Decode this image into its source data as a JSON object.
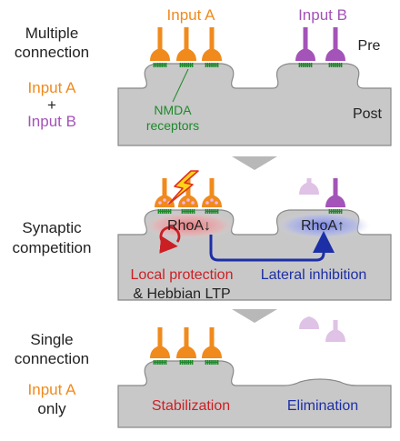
{
  "colors": {
    "input_a": "#f08a1c",
    "input_b": "#a453b8",
    "nmda": "#1d8a2a",
    "post": "#c8c8c8",
    "local": "#cc1f24",
    "lateral": "#1c2fa6"
  },
  "panel1": {
    "left_line1": "Multiple",
    "left_line2": "connection",
    "left_a": "Input A",
    "left_plus": "+",
    "left_b": "Input B",
    "top_a": "Input A",
    "top_b": "Input B",
    "pre": "Pre",
    "post": "Post",
    "nmda_line1": "NMDA",
    "nmda_line2": "receptors"
  },
  "panel2": {
    "left_line1": "Synaptic",
    "left_line2": "competition",
    "rhoa_down": "RhoA↓",
    "rhoa_up": "RhoA↑",
    "local": "Local protection",
    "hebbian": "& Hebbian LTP",
    "lateral": "Lateral inhibition",
    "bolt_icon": "lightning-bolt-icon"
  },
  "panel3": {
    "left_line1": "Single",
    "left_line2": "connection",
    "left_a": "Input A",
    "left_only": "only",
    "stabilization": "Stabilization",
    "elimination": "Elimination"
  }
}
